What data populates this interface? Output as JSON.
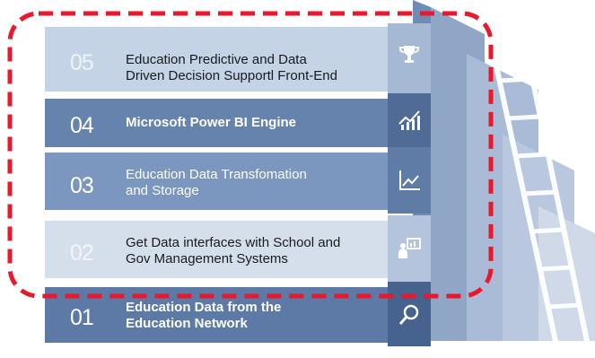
{
  "layers": [
    {
      "number": "05",
      "line1": "Education Predictive and Data",
      "line2": "Driven Decision Supportl Front-End",
      "icon": "trophy-icon"
    },
    {
      "number": "04",
      "line1": "Microsoft Power BI Engine",
      "line2": "",
      "icon": "bar-chart-icon"
    },
    {
      "number": "03",
      "line1": "Education Data Transfomation",
      "line2": "and Storage",
      "icon": "line-chart-icon"
    },
    {
      "number": "02",
      "line1": "Get Data interfaces with School and",
      "line2": "Gov Management Systems",
      "icon": "presenter-icon"
    },
    {
      "number": "01",
      "line1": "Education Data from the",
      "line2": "Education Network",
      "icon": "magnifier-icon"
    }
  ],
  "colors": {
    "highlight_border": "#e8192c",
    "dark_blue": "#5e7ba6",
    "light_blue": "#c9d6e8"
  }
}
